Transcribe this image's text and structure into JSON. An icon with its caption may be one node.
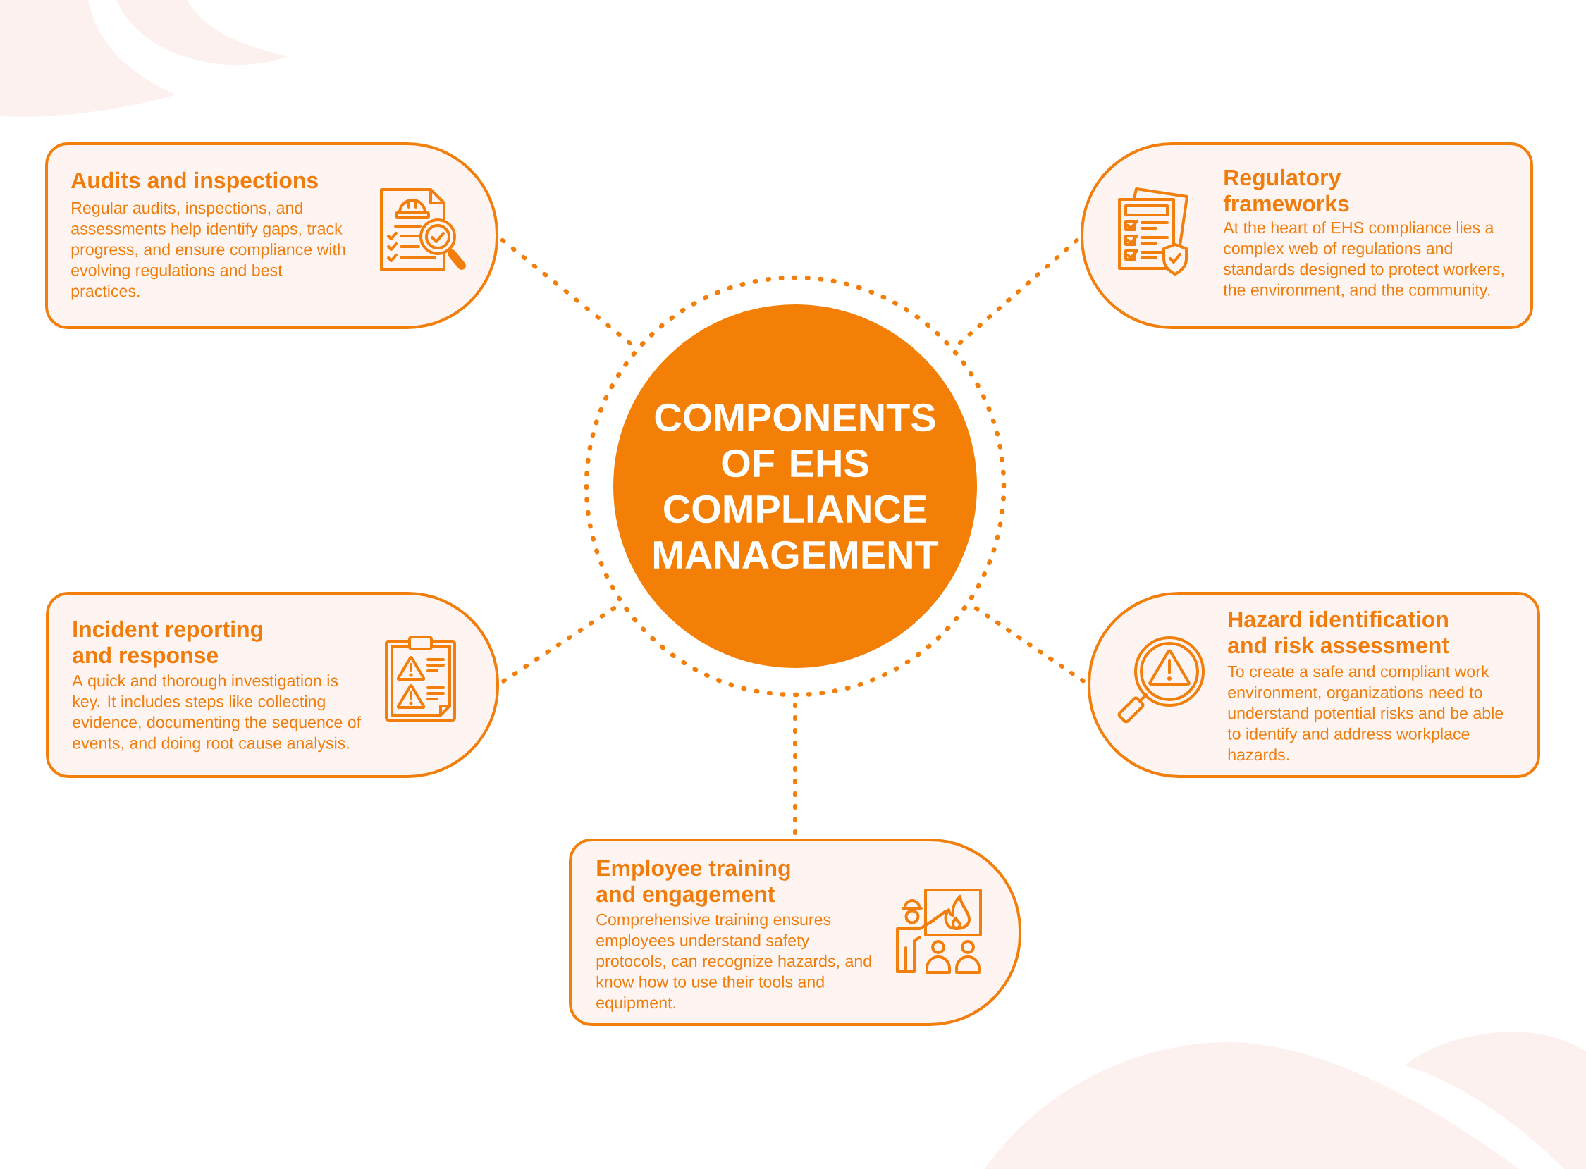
{
  "diagram": {
    "nodes": [
      {
        "text": [
          "Audits and inspections",
          "Regular audits, inspections, and assessments help identify gaps, track progress, and ensure compliance with evolving regulations and best practices."
        ]
      },
      {
        "text": [
          "Regulatory frameworks",
          "At the heart of EHS compliance lies a complex web of regulations and standards designed to protect workers, the environment, and the community."
        ]
      },
      {
        "text": [
          "COMPONENTS OF EHS COMPLIANCE MANAGEMENT"
        ]
      },
      {
        "text": [
          "Incident reporting and response",
          "A quick and thorough investigation is key. It includes steps like collecting evidence, documenting the sequence of events, and doing root cause analysis."
        ]
      },
      {
        "text": [
          "Hazard identification and risk assessment",
          "To create a safe and compliant work environment, organizations need to understand potential risks and be able to identify and address workplace hazards."
        ]
      },
      {
        "text": [
          "Employee training and engagement",
          "Comprehensive training ensures employees understand safety protocols, can recognize hazards, and know how to use their tools and equipment."
        ]
      }
    ],
    "edges": [
      {
        "from": 2,
        "to": 0,
        "arrow": "none"
      },
      {
        "from": 2,
        "to": 1,
        "arrow": "none"
      },
      {
        "from": 2,
        "to": 3,
        "arrow": "none"
      },
      {
        "from": 2,
        "to": 4,
        "arrow": "none"
      },
      {
        "from": 2,
        "to": 5,
        "arrow": "none"
      }
    ]
  }
}
